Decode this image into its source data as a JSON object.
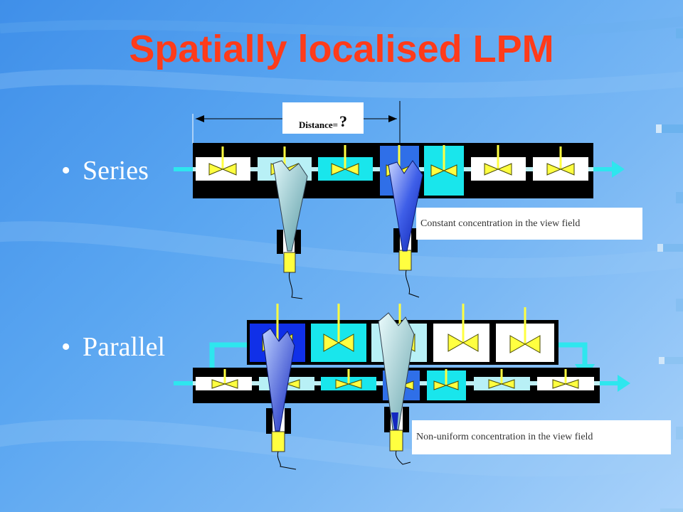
{
  "slide": {
    "title": "Spatially localised LPM"
  },
  "bullets": [
    {
      "label": "Series"
    },
    {
      "label": "Parallel"
    }
  ],
  "diagram": {
    "distance_label": "Distance=",
    "distance_value": "?",
    "series_caption": "Constant concentration in the view field",
    "parallel_caption": "Non-uniform concentration in the view field"
  },
  "colors": {
    "title": "#ff3b1a",
    "cell_white": "#ffffff",
    "cell_light_cyan": "#b8f0f6",
    "cell_cyan": "#19e6ec",
    "cell_blue": "#2f6fe8",
    "cell_deep_blue": "#1030e8",
    "impeller": "#ffff40",
    "flow_arrow": "#2ee6ee"
  }
}
